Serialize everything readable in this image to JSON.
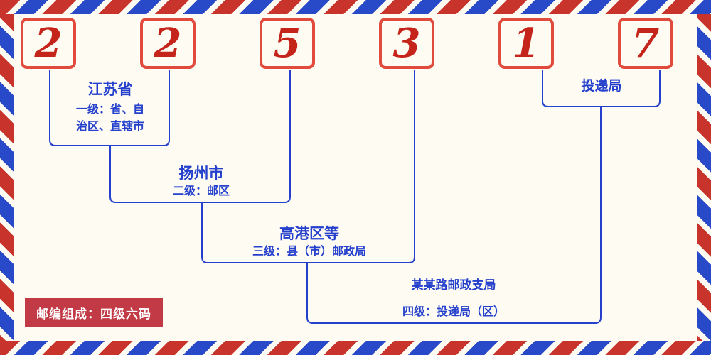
{
  "postal_code": {
    "digits": [
      "2",
      "2",
      "5",
      "3",
      "1",
      "7"
    ]
  },
  "annotations": {
    "level1": {
      "title": "江苏省",
      "desc": "一级：省、自\n治区、直辖市"
    },
    "level2": {
      "title": "扬州市",
      "desc": "二级：邮区"
    },
    "level3": {
      "title": "高港区等",
      "desc": "三级：县（市）邮政局"
    },
    "level4": {
      "title": "某某路邮政支局",
      "desc": "四级：投递局（区）"
    },
    "delivery": {
      "title": "投递局"
    }
  },
  "badge": {
    "label": "邮编组成：四级六码"
  },
  "colors": {
    "digit_red": "#c5241b",
    "digit_border_red": "#e14b3d",
    "line_blue": "#2440cc",
    "badge_red": "#c13a45",
    "stripe_red": "#c8332b",
    "stripe_blue": "#2849c8",
    "background": "#fefcf2"
  }
}
